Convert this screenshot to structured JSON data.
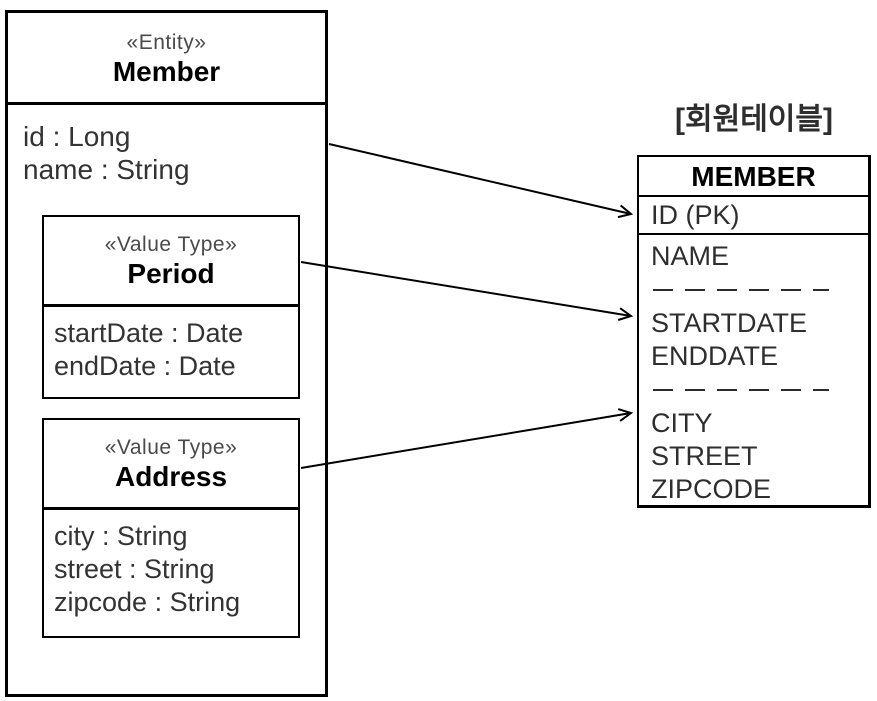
{
  "diagram": {
    "entity": {
      "stereotype": "«Entity»",
      "name": "Member",
      "attributes": [
        "id : Long",
        "name : String"
      ]
    },
    "value_types": [
      {
        "stereotype": "«Value Type»",
        "name": "Period",
        "attributes": [
          "startDate : Date",
          "endDate : Date"
        ]
      },
      {
        "stereotype": "«Value Type»",
        "name": "Address",
        "attributes": [
          "city : String",
          "street : String",
          "zipcode : String"
        ]
      }
    ],
    "table": {
      "title": "[회원테이블]",
      "name": "MEMBER",
      "rows": {
        "pk": "ID (PK)",
        "name": "NAME",
        "startdate": "STARTDATE",
        "enddate": "ENDDATE",
        "city": "CITY",
        "street": "STREET",
        "zipcode": "ZIPCODE"
      }
    },
    "colors": {
      "line": "#000000",
      "background": "#ffffff",
      "text": "#2e2e2e"
    }
  }
}
